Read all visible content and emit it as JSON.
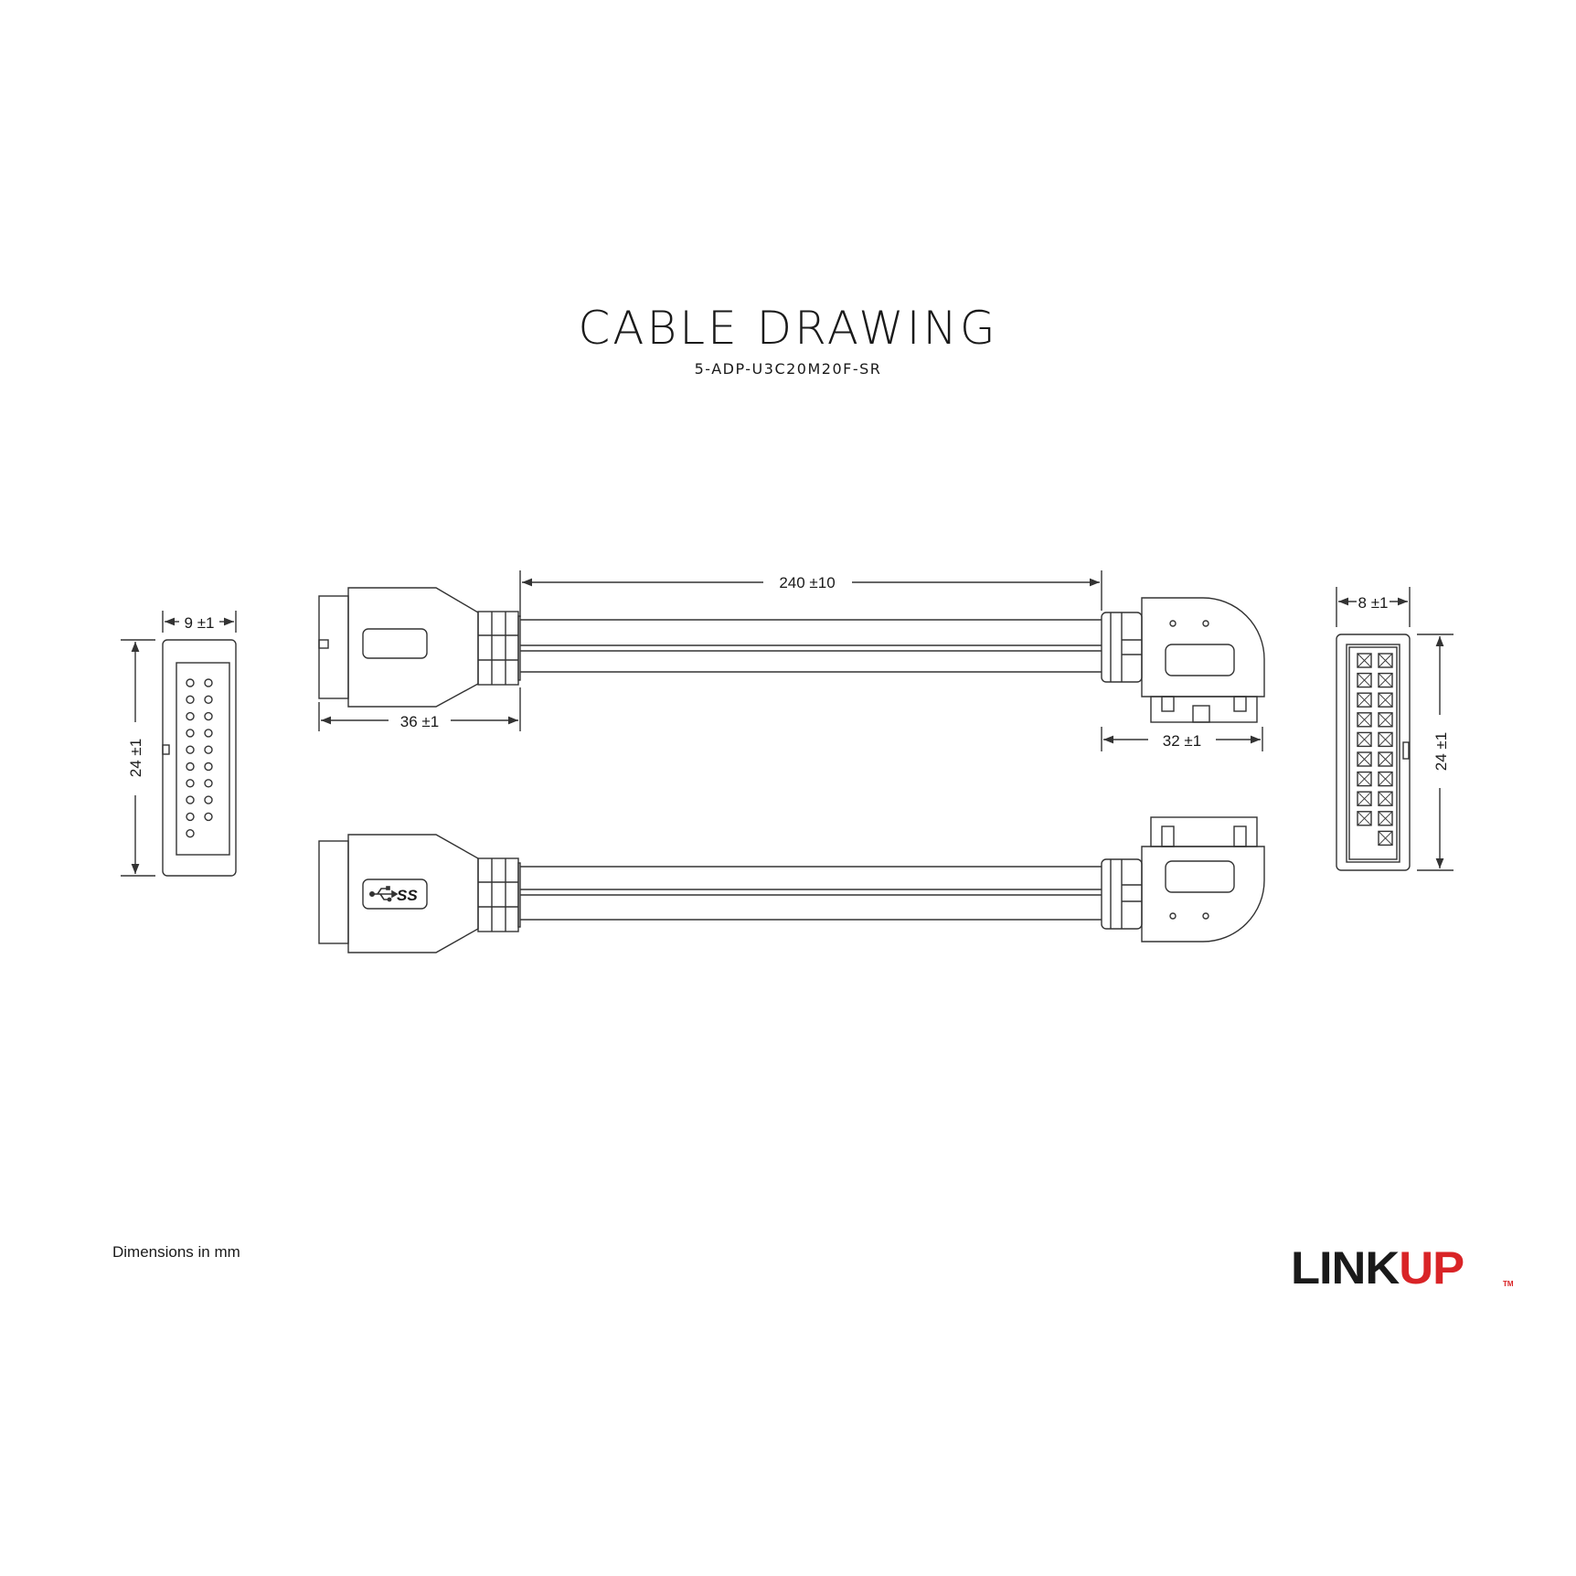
{
  "header": {
    "title": "CABLE DRAWING",
    "part_number": "5-ADP-U3C20M20F-SR"
  },
  "dimensions": {
    "left_end_width": "9 ±1",
    "left_end_height": "24 ±1",
    "cable_length": "240 ±10",
    "left_connector_length": "36 ±1",
    "right_connector_length": "32 ±1",
    "right_end_width": "8 ±1",
    "right_end_height": "24 ±1"
  },
  "footer": {
    "note": "Dimensions in mm",
    "logo_part1": "LINK",
    "logo_part2": "UP",
    "trademark": "TM"
  },
  "icons": {
    "usb_ss": "usb-superspeed-icon"
  },
  "colors": {
    "line": "#333333",
    "logo_dark": "#1a1a1a",
    "logo_red": "#d92427"
  }
}
